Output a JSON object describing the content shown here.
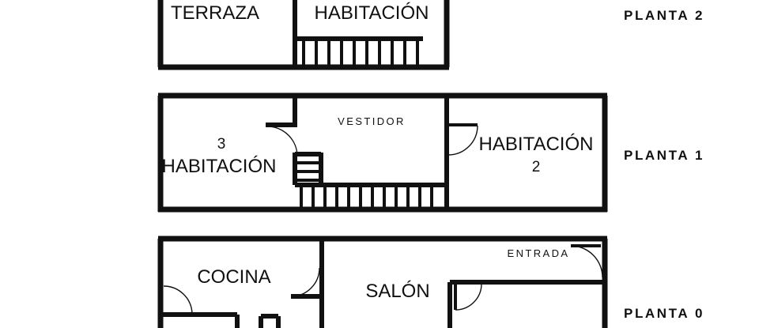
{
  "document": {
    "type": "floor-plan",
    "background_color": "#ffffff",
    "line_color": "#111111",
    "language": "es"
  },
  "floors": [
    {
      "id": "planta-2",
      "label": "PLANTA 2",
      "rooms": [
        {
          "id": "terraza",
          "name": "TERRAZA",
          "style": "large"
        },
        {
          "id": "habitacion",
          "name": "HABITACIÓN",
          "style": "large"
        }
      ],
      "features": [
        {
          "id": "staircase-planta-2",
          "name": "staircase",
          "treads": 10
        }
      ]
    },
    {
      "id": "planta-1",
      "label": "PLANTA 1",
      "rooms": [
        {
          "id": "habitacion-3-number",
          "name": "3",
          "style": "number"
        },
        {
          "id": "habitacion-3",
          "name": "HABITACIÓN",
          "style": "large"
        },
        {
          "id": "vestidor",
          "name": "VESTIDOR",
          "style": "small"
        },
        {
          "id": "habitacion-2",
          "name": "HABITACIÓN",
          "style": "large"
        },
        {
          "id": "habitacion-2-number",
          "name": "2",
          "style": "number"
        }
      ],
      "features": [
        {
          "id": "staircase-planta-1-upper",
          "name": "staircase-upper-flight",
          "treads": 3
        },
        {
          "id": "staircase-planta-1-lower",
          "name": "staircase-lower-flight",
          "treads": 12
        },
        {
          "id": "door-habitacion-3",
          "name": "door"
        },
        {
          "id": "door-habitacion-2",
          "name": "door"
        }
      ]
    },
    {
      "id": "planta-0",
      "label": "PLANTA 0",
      "rooms": [
        {
          "id": "cocina",
          "name": "COCINA",
          "style": "large"
        },
        {
          "id": "salon",
          "name": "SALÓN",
          "style": "large"
        },
        {
          "id": "entrada",
          "name": "ENTRADA",
          "style": "small"
        }
      ],
      "features": [
        {
          "id": "door-cocina-left",
          "name": "door"
        },
        {
          "id": "door-cocina-right",
          "name": "door"
        },
        {
          "id": "door-entrada",
          "name": "door"
        },
        {
          "id": "door-salon-right",
          "name": "door"
        },
        {
          "id": "door-bottom-left",
          "name": "door"
        }
      ]
    }
  ],
  "labels": {
    "planta_2": "PLANTA 2",
    "planta_1": "PLANTA 1",
    "planta_0": "PLANTA 0",
    "terraza": "TERRAZA",
    "habitacion": "HABITACIÓN",
    "habitacion_3_num": "3",
    "habitacion_3": "HABITACIÓN",
    "vestidor": "VESTIDOR",
    "habitacion_2": "HABITACIÓN",
    "habitacion_2_num": "2",
    "cocina": "COCINA",
    "salon": "SALÓN",
    "entrada": "ENTRADA"
  }
}
